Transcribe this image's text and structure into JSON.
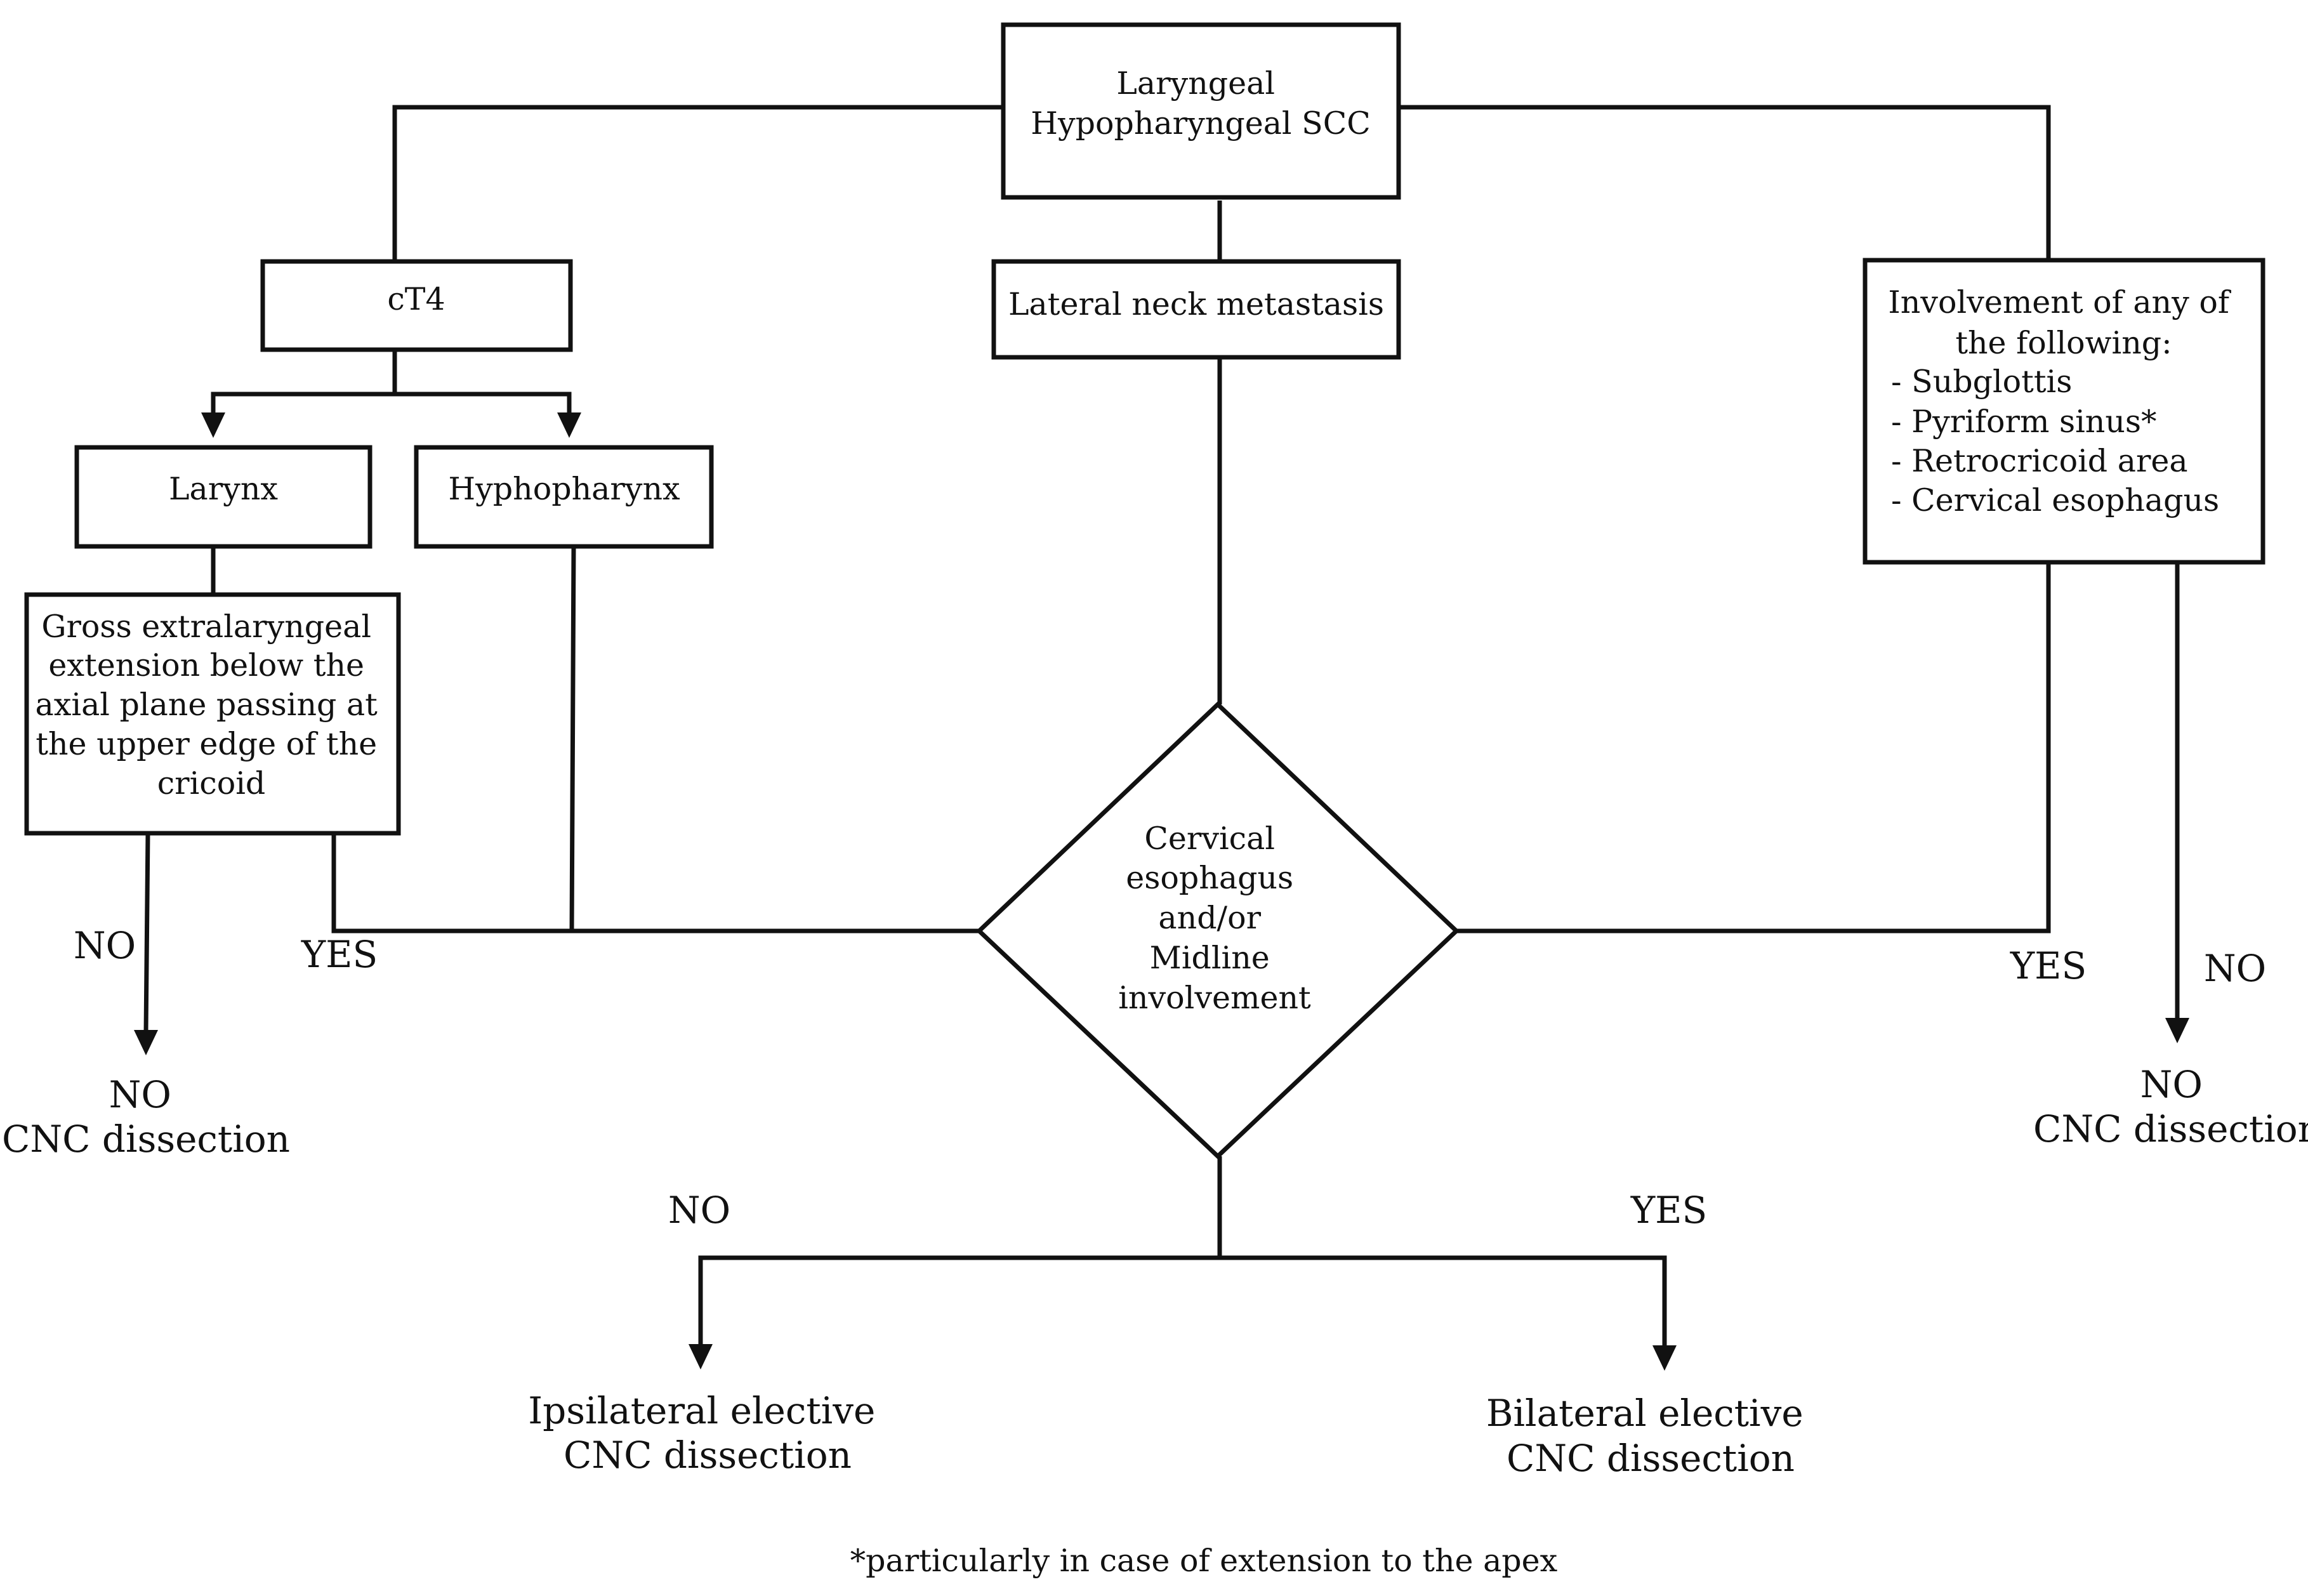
{
  "nodes": {
    "start": [
      "Laryngeal",
      "Hypopharyngeal SCC"
    ],
    "ct4": "cT4",
    "lateral_neck": "Lateral neck metastasis",
    "involvement": [
      "Involvement of any of",
      "the following:",
      "- Subglottis",
      "- Pyriform sinus*",
      "- Retrocricoid area",
      "- Cervical esophagus"
    ],
    "larynx": "Larynx",
    "hypopharynx": "Hyphopharynx",
    "gross_extension": [
      "Gross extralaryngeal",
      "extension  below the",
      "axial plane passing at",
      "the upper edge of the",
      "cricoid"
    ],
    "decision": [
      "Cervical",
      "esophagus",
      "and/or",
      "Midline",
      "involvement"
    ]
  },
  "labels": {
    "gross_no": "NO",
    "gross_yes": "YES",
    "involvement_yes": "YES",
    "involvement_no": "NO",
    "decision_no": "NO",
    "decision_yes": "YES"
  },
  "outcomes": {
    "left_no": [
      "NO",
      "CNC dissection"
    ],
    "right_no": [
      "NO",
      "CNC dissection"
    ],
    "ipsilateral": [
      "Ipsilateral elective",
      "CNC dissection"
    ],
    "bilateral": [
      "Bilateral elective",
      "CNC dissection"
    ]
  },
  "footnote": "*particularly in case of extension to the apex"
}
